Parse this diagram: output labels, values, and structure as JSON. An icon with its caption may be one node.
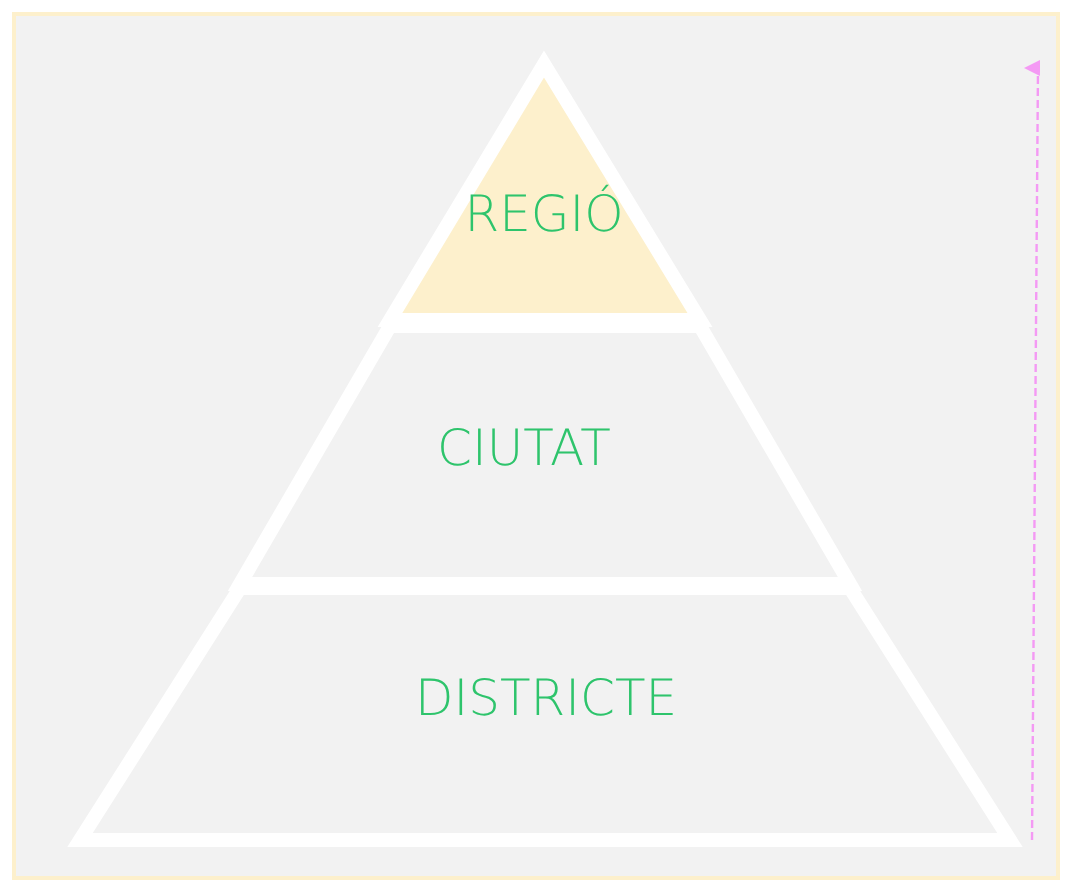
{
  "diagram": {
    "nodes": [
      {
        "text": [
          "REGIÓ"
        ]
      },
      {
        "text": [
          "CIUTAT"
        ]
      },
      {
        "text": [
          "DISTRICTE"
        ]
      }
    ]
  }
}
